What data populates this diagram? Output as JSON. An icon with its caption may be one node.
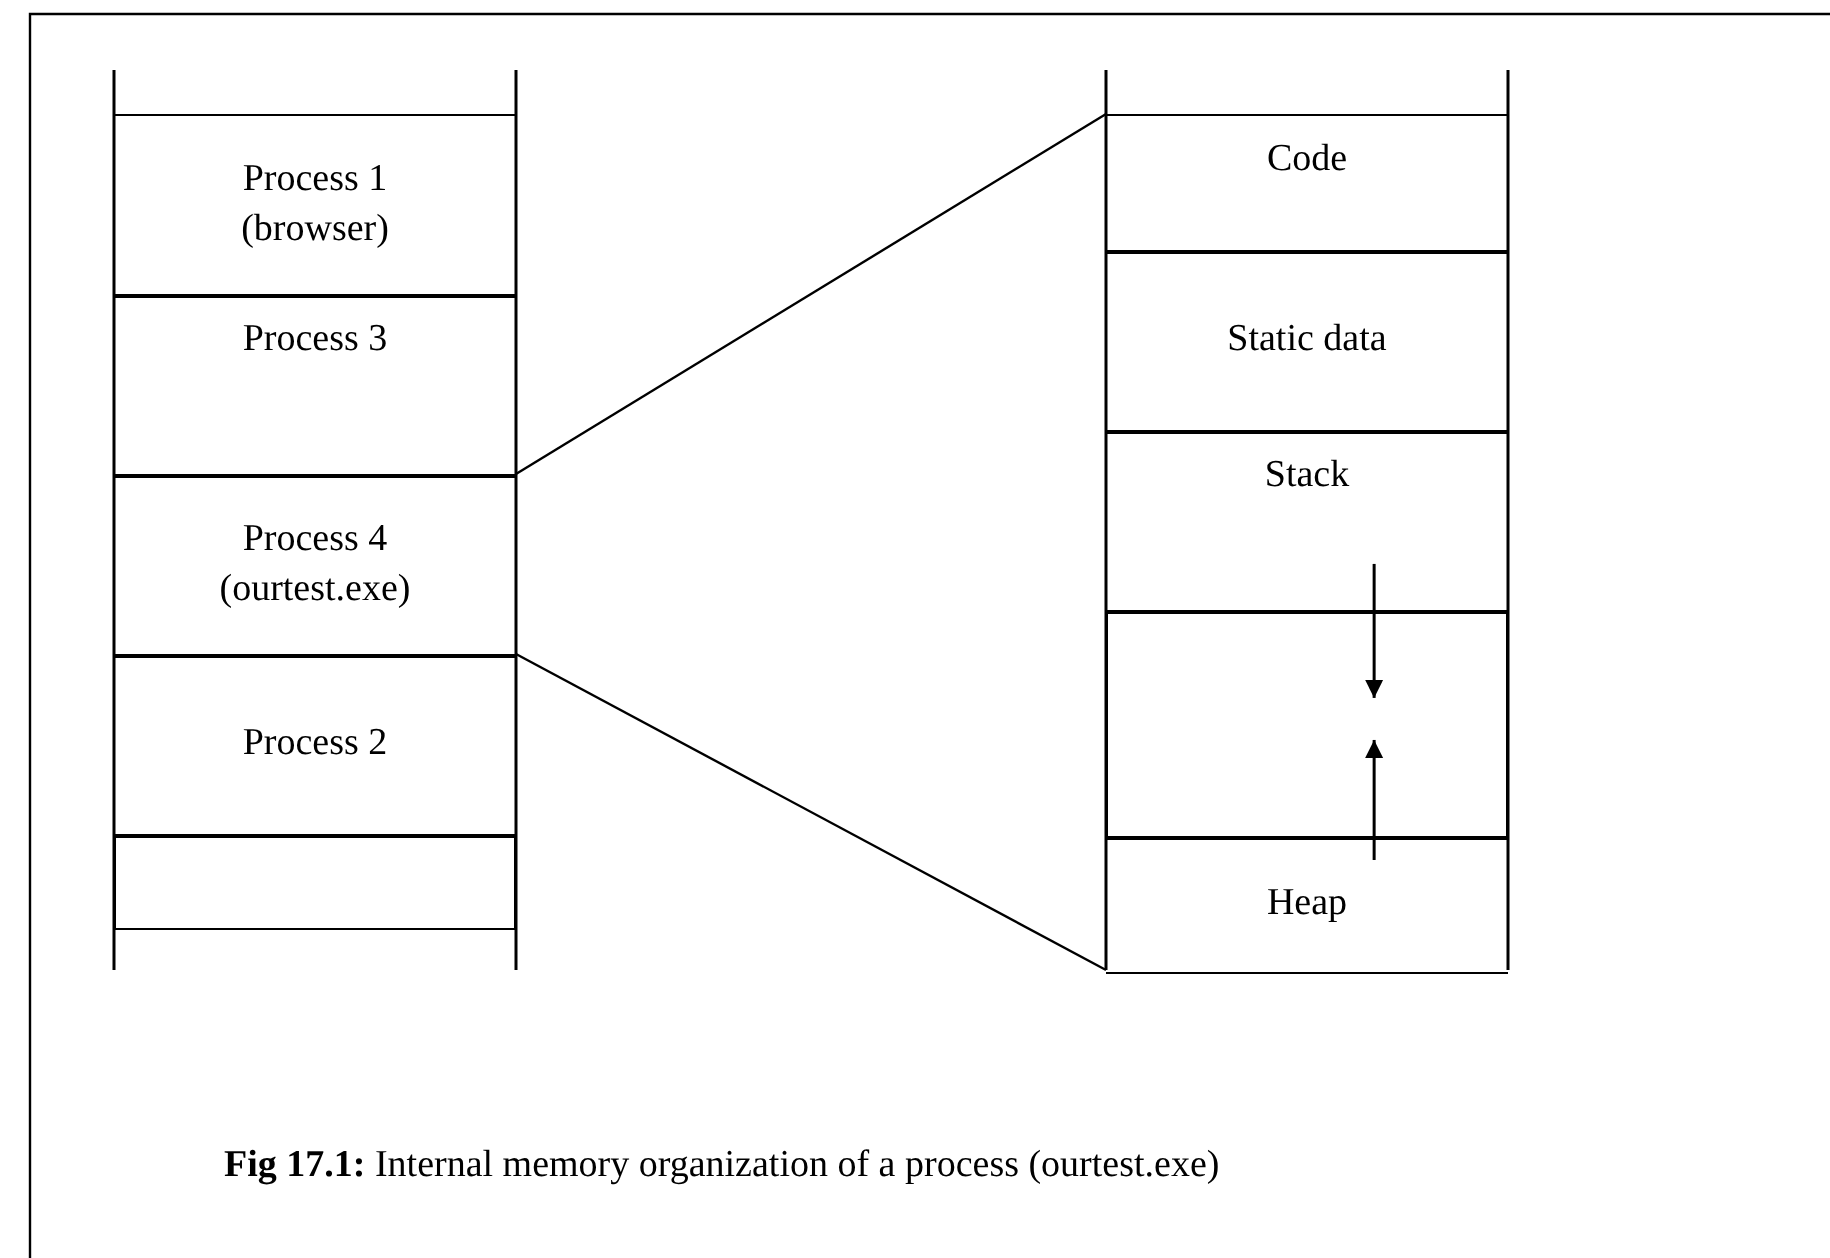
{
  "diagram": {
    "caption": "**Fig 17.1:** Internal memory organization of a process (ourtest.exe)",
    "nodes": [
      {
        "text": [
          "Process 1 (browser)"
        ]
      },
      {
        "text": [
          "Process 3"
        ]
      },
      {
        "text": [
          "Process 4 (ourtest.exe)"
        ]
      },
      {
        "text": [
          "Process 2"
        ]
      },
      {
        "text": [],
        "shape": "box"
      },
      {
        "text": [
          "Code"
        ]
      },
      {
        "text": [
          "Static data"
        ]
      },
      {
        "text": [
          "Stack"
        ]
      },
      {
        "text": [],
        "shape": "box"
      },
      {
        "text": [
          "Heap"
        ]
      }
    ],
    "edges": [
      {
        "from": 2,
        "to": 5,
        "arrow": "none"
      },
      {
        "from": 2,
        "to": 9,
        "arrow": "none"
      },
      {
        "from": 7,
        "to": 8,
        "arrow": "to"
      },
      {
        "from": 9,
        "to": 8,
        "arrow": "to"
      }
    ]
  }
}
